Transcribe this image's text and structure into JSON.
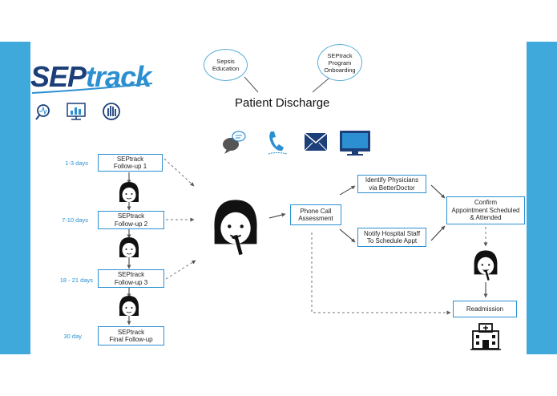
{
  "logo": {
    "part1": "SEP",
    "part2": "track"
  },
  "header": {
    "title": "Patient Discharge",
    "bubble_left": [
      "Sepsis",
      "Education"
    ],
    "bubble_right": [
      "SEPtrack",
      "Program",
      "Onboarding"
    ]
  },
  "followups": [
    {
      "days": "1-3 days",
      "line1": "SEPtrack",
      "line2": "Follow-up 1"
    },
    {
      "days": "7-10 days",
      "line1": "SEPtrack",
      "line2": "Follow-up 2"
    },
    {
      "days": "18 - 21 days",
      "line1": "SEPtrack",
      "line2": "Follow-up 3"
    },
    {
      "days": "30 day",
      "line1": "SEPtrack",
      "line2": "Final Follow-up"
    }
  ],
  "flow": {
    "phone": [
      "Phone Call",
      "Assessment"
    ],
    "identify": [
      "Identify Physicians",
      "via BetterDoctor"
    ],
    "notify": [
      "Notify Hospital Staff",
      "To Schedule Appt"
    ],
    "confirm": [
      "Confirm",
      "Appointment Scheduled",
      "& Attended"
    ],
    "readmission": "Readmission"
  },
  "colors": {
    "sidebar": "#3fa9dc",
    "box_border": "#2c8fd1",
    "logo_dark": "#1c3f7a",
    "logo_light": "#2c8fd1"
  },
  "icons": [
    "search-chart-icon",
    "monitor-chart-icon",
    "hand-icon",
    "chat-icon",
    "phone-icon",
    "email-icon",
    "computer-icon",
    "person-icon",
    "hospital-icon"
  ]
}
